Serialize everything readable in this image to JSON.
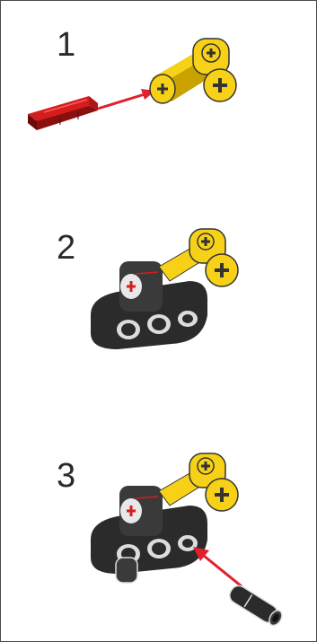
{
  "steps": [
    {
      "number": "1"
    },
    {
      "number": "2"
    },
    {
      "number": "3"
    }
  ],
  "colors": {
    "yellow": "#F7D117",
    "yellow_dark": "#C9A200",
    "red": "#D41E1E",
    "red_dark": "#8A0F0F",
    "black_part": "#2B2B2B",
    "arrow": "#E0202A",
    "frame": "#4A4A4A"
  },
  "icons": [
    "yellow-axle-connector",
    "red-axle-pin",
    "black-beam-with-pins",
    "black-pin"
  ]
}
